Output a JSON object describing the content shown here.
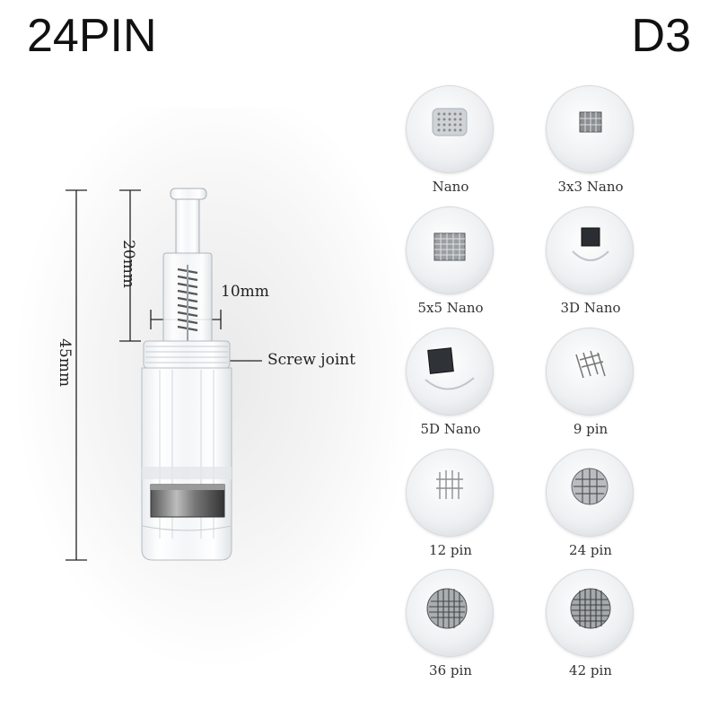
{
  "header": {
    "title_left": "24PIN",
    "title_right": "D3"
  },
  "diagram": {
    "total_length_label": "45mm",
    "upper_length_label": "20mm",
    "width_label": "10mm",
    "screw_label": "Screw joint"
  },
  "cartridges": [
    {
      "label": "Nano",
      "pattern": "nano"
    },
    {
      "label": "3x3 Nano",
      "pattern": "grid3"
    },
    {
      "label": "5x5 Nano",
      "pattern": "grid5"
    },
    {
      "label": "3D Nano",
      "pattern": "chip-dark"
    },
    {
      "label": "5D Nano",
      "pattern": "chip-dark"
    },
    {
      "label": "9 pin",
      "pattern": "pins"
    },
    {
      "label": "12 pin",
      "pattern": "pins"
    },
    {
      "label": "24 pin",
      "pattern": "pins-dense"
    },
    {
      "label": "36 pin",
      "pattern": "pins-dense"
    },
    {
      "label": "42 pin",
      "pattern": "pins-dense"
    }
  ]
}
